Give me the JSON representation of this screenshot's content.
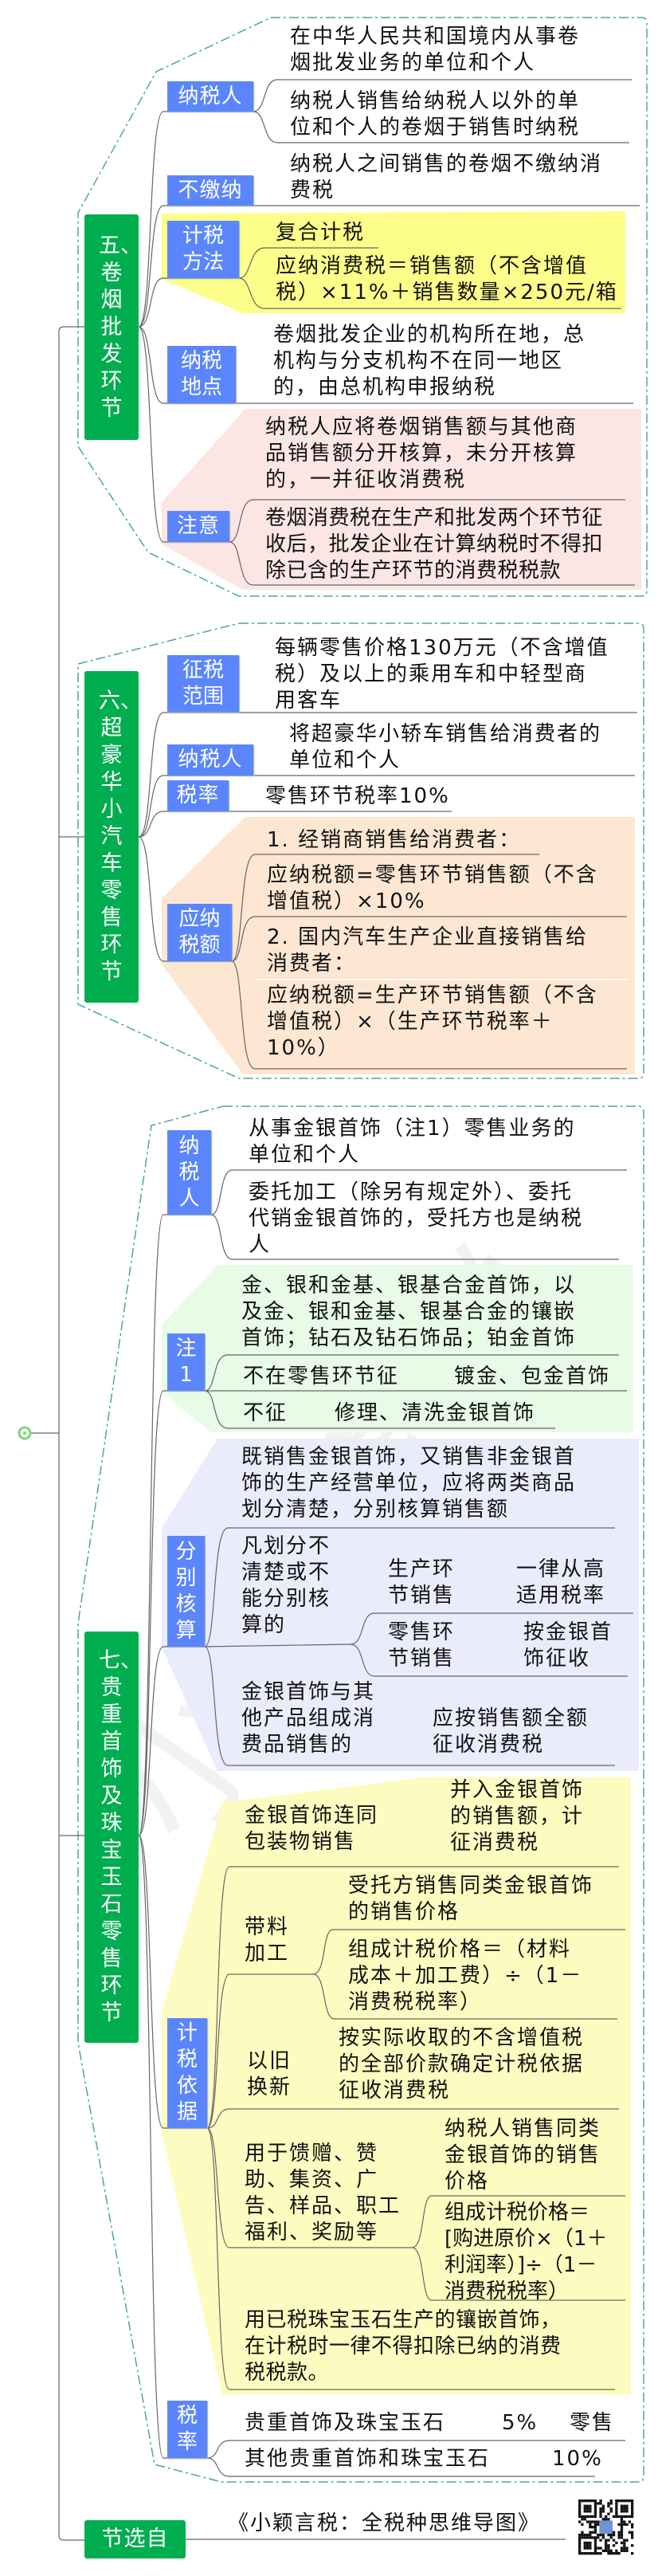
{
  "watermark": "小颖言税",
  "colors": {
    "section": "#00ad4f",
    "label": "#5b86fb",
    "outline": "#4aa89a",
    "yellow": "#fdfd8a",
    "pink": "#fbe6e4",
    "orange": "#fde7d2",
    "green_light": "#e8fbe6",
    "lavender": "#eaecfc",
    "yellow_light": "#fdfcc0"
  },
  "s5": {
    "title": "五、卷烟批发环节",
    "taxpayer": {
      "label": "纳税人",
      "items": [
        [
          "在中华人民共和国境内从事卷",
          "烟批发业务的单位和个人"
        ],
        [
          "纳税人销售给纳税人以外的单",
          "位和个人的卷烟于销售时纳税"
        ]
      ]
    },
    "exempt": {
      "label": "不缴纳",
      "text": [
        "纳税人之间销售的卷烟不缴纳消",
        "费税"
      ]
    },
    "method": {
      "label": "计税方法",
      "items": [
        "复合计税",
        [
          "应纳消费税＝销售额（不含增值",
          "税）×11%＋销售数量×250元/箱"
        ]
      ]
    },
    "place": {
      "label": "纳税地点",
      "text": [
        "卷烟批发企业的机构所在地，总",
        "机构与分支机构不在同一地区",
        "的，由总机构申报纳税"
      ]
    },
    "note": {
      "label": "注意",
      "items": [
        [
          "纳税人应将卷烟销售额与其他商",
          "品销售额分开核算，未分开核算",
          "的，一并征收消费税"
        ],
        [
          "卷烟消费税在生产和批发两个环节征",
          "收后，批发企业在计算纳税时不得扣",
          "除已含的生产环节的消费税税款"
        ]
      ]
    }
  },
  "s6": {
    "title": "六、超豪华小汽车零售环节",
    "scope": {
      "label": "征税范围",
      "text": [
        "每辆零售价格130万元（不含增值",
        "税）及以上的乘用车和中轻型商",
        "用客车"
      ]
    },
    "taxpayer": {
      "label": "纳税人",
      "text": [
        "将超豪华小轿车销售给消费者的",
        "单位和个人"
      ]
    },
    "rate": {
      "label": "税率",
      "text": "零售环节税率10%"
    },
    "amount": {
      "label": "应纳税额",
      "items": [
        "1. 经销商销售给消费者：",
        [
          "应纳税额=零售环节销售额（不含",
          "增值税）×10%"
        ],
        [
          "2. 国内汽车生产企业直接销售给",
          "消费者："
        ],
        [
          "应纳税额=生产环节销售额（不含",
          "增值税）×（生产环节税率＋",
          "10%）"
        ]
      ]
    }
  },
  "s7": {
    "title": "七、贵重首饰及珠宝玉石零售环节",
    "taxpayer": {
      "label": "纳税人",
      "items": [
        [
          "从事金银首饰（注1）零售业务的",
          "单位和个人"
        ],
        [
          "委托加工（除另有规定外）、委托",
          "代销金银首饰的，受托方也是纳税",
          "人"
        ]
      ]
    },
    "note1": {
      "label": "注1",
      "scope": [
        "金、银和金基、银基合金首饰，以",
        "及金、银和金基、银基合金的镶嵌",
        "首饰；钻石及钻石饰品；铂金首饰"
      ],
      "not_retail_label": "不在零售环节征",
      "not_retail_value": "镀金、包金首饰",
      "not_taxed_label": "不征",
      "not_taxed_value": "修理、清洗金银首饰"
    },
    "separate": {
      "label": "分别核算",
      "rule": [
        "既销售金银首饰，又销售非金银首",
        "饰的生产经营单位，应将两类商品",
        "划分清楚，分别核算销售额"
      ],
      "unclear": [
        "凡划分不",
        "清楚或不",
        "能分别核",
        "算的"
      ],
      "production": [
        "生产环",
        "节销售"
      ],
      "production_rule": [
        "一律从高",
        "适用税率"
      ],
      "retail": [
        "零售环",
        "节销售"
      ],
      "retail_rule": [
        "按金银首",
        "饰征收"
      ],
      "combo": [
        "金银首饰与其",
        "他产品组成消",
        "费品销售的"
      ],
      "combo_rule": [
        "应按销售额全额",
        "征收消费税"
      ]
    },
    "basis": {
      "label": "计税依据",
      "packaging": [
        "金银首饰连同",
        "包装物销售"
      ],
      "packaging_rule": [
        "并入金银首饰",
        "的销售额，计",
        "征消费税"
      ],
      "processing": [
        "带料",
        "加工"
      ],
      "processing_rule1": [
        "受托方销售同类金银首饰",
        "的销售价格"
      ],
      "processing_rule2": [
        "组成计税价格＝（材料",
        "成本＋加工费）÷（1－",
        "消费税税率）"
      ],
      "tradein": [
        "以旧",
        "换新"
      ],
      "tradein_rule": [
        "按实际收取的不含增值税",
        "的全部价款确定计税依据",
        "征收消费税"
      ],
      "gift": [
        "用于馈赠、赞",
        "助、集资、广",
        "告、样品、职工",
        "福利、奖励等"
      ],
      "gift_rule1": [
        "纳税人销售同类",
        "金银首饰的销售",
        "价格"
      ],
      "gift_rule2": [
        "组成计税价格＝",
        "[购进原价×（1＋",
        "利润率）]÷（1－",
        "消费税税率）"
      ],
      "gem": [
        "用已税珠宝玉石生产的镶嵌首饰，",
        "在计税时一律不得扣除已纳的消费",
        "税税款。"
      ]
    },
    "rate": {
      "label": "税率",
      "rows": [
        {
          "name": "贵重首饰及珠宝玉石",
          "rate": "5%",
          "stage": "零售"
        },
        {
          "name": "其他贵重首饰和珠宝玉石",
          "rate": "10%"
        }
      ]
    }
  },
  "footer": {
    "label": "节选自",
    "source": "《小颖言税：全税种思维导图》",
    "qr_icon": "qr-code-icon"
  }
}
